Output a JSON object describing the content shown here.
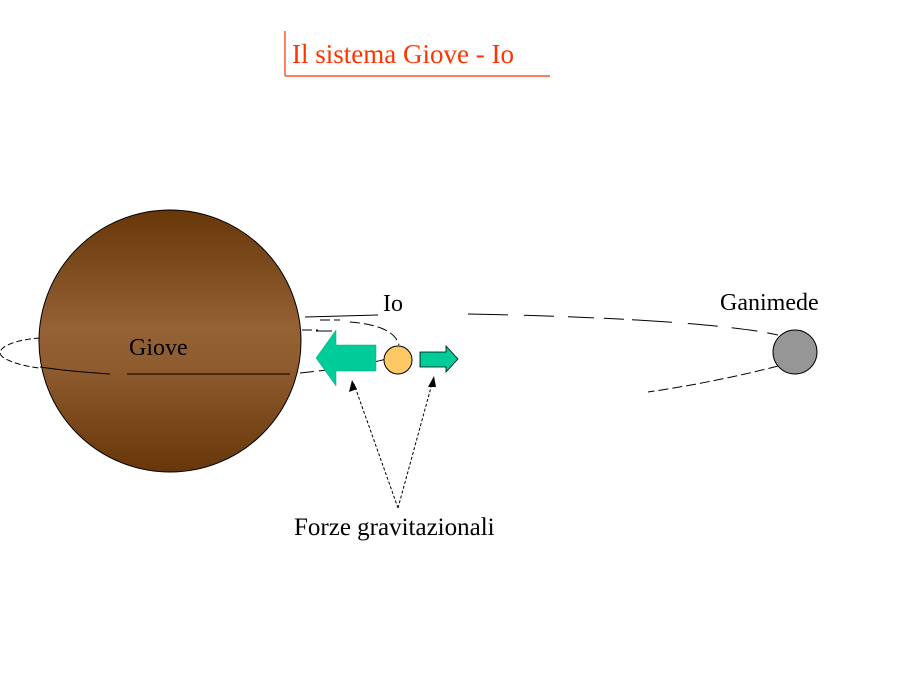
{
  "title": "Il sistema Giove - Io",
  "colors": {
    "title": "#ff3300",
    "jupiter_dark": "#6a3a0c",
    "jupiter_light": "#946234",
    "io": "#fcc966",
    "ganymede": "#969696",
    "arrows": "#00cc99"
  },
  "bodies": {
    "jupiter": {
      "label": "Giove"
    },
    "io": {
      "label": "Io"
    },
    "ganymede": {
      "label": "Ganimede"
    }
  },
  "forces": {
    "label": "Forze gravitazionali"
  }
}
